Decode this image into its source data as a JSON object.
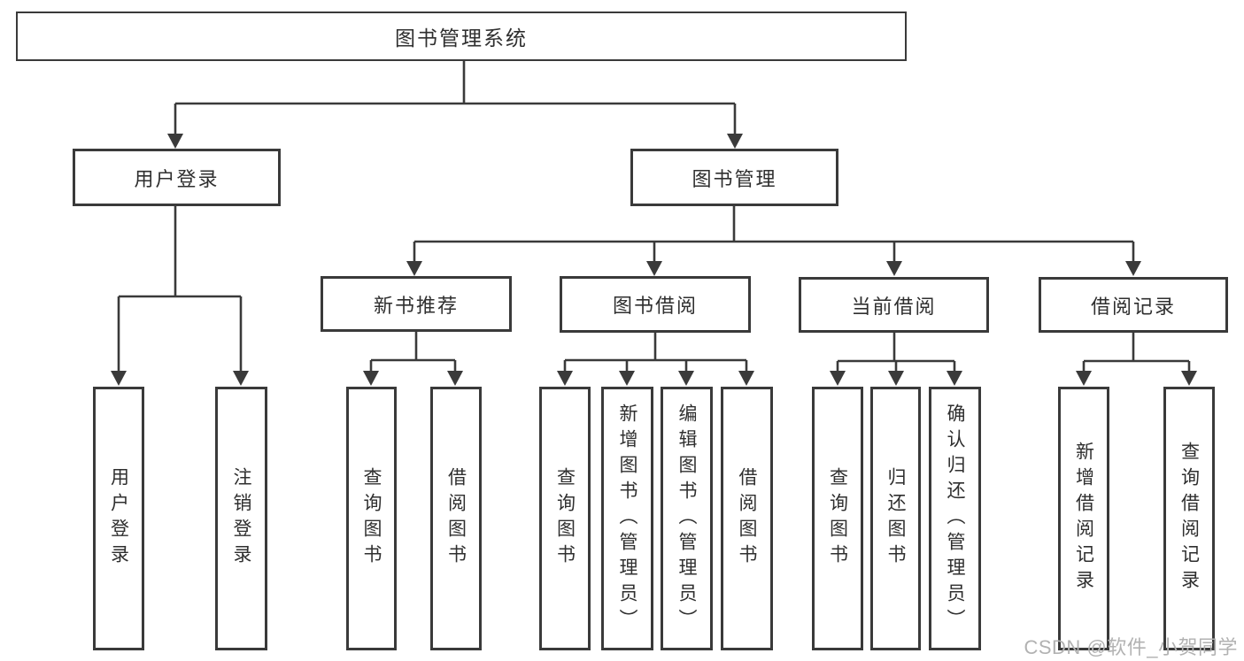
{
  "colors": {
    "line": "#3a3a3a",
    "box_border": "#3a3a3a",
    "text": "#2f2f2f",
    "watermark": "#b2b2b2",
    "background": "#ffffff"
  },
  "watermark": {
    "text": "CSDN @软件_小贺同学"
  },
  "tree": {
    "root": {
      "label": "图书管理系统",
      "children": [
        {
          "label": "用户登录",
          "children": [
            {
              "label": "用户登录"
            },
            {
              "label": "注销登录"
            }
          ]
        },
        {
          "label": "图书管理",
          "children": [
            {
              "label": "新书推荐",
              "children": [
                {
                  "label": "查询图书"
                },
                {
                  "label": "借阅图书"
                }
              ]
            },
            {
              "label": "图书借阅",
              "children": [
                {
                  "label": "查询图书"
                },
                {
                  "label": "新增图书（管理员）"
                },
                {
                  "label": "编辑图书（管理员）"
                },
                {
                  "label": "借阅图书"
                }
              ]
            },
            {
              "label": "当前借阅",
              "children": [
                {
                  "label": "查询图书"
                },
                {
                  "label": "归还图书"
                },
                {
                  "label": "确认归还（管理员）"
                }
              ]
            },
            {
              "label": "借阅记录",
              "children": [
                {
                  "label": "新增借阅记录"
                },
                {
                  "label": "查询借阅记录"
                }
              ]
            }
          ]
        }
      ]
    }
  }
}
